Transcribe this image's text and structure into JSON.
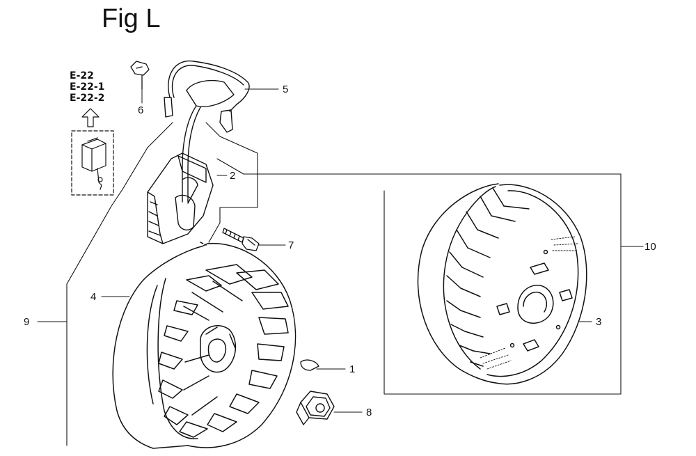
{
  "figure": {
    "title": "Fig L",
    "reference_pages": [
      "E-22",
      "E-22-1",
      "E-22-2"
    ]
  },
  "callouts": [
    {
      "id": "1",
      "label": "1"
    },
    {
      "id": "2",
      "label": "2"
    },
    {
      "id": "3",
      "label": "3"
    },
    {
      "id": "4",
      "label": "4"
    },
    {
      "id": "5",
      "label": "5"
    },
    {
      "id": "6",
      "label": "6"
    },
    {
      "id": "7",
      "label": "7"
    },
    {
      "id": "8",
      "label": "8"
    },
    {
      "id": "9",
      "label": "9"
    },
    {
      "id": "10",
      "label": "10"
    }
  ],
  "colors": {
    "ink": "#111111",
    "background": "#ffffff"
  },
  "icons": [
    "up-arrow-icon",
    "ignition-module-icon"
  ]
}
